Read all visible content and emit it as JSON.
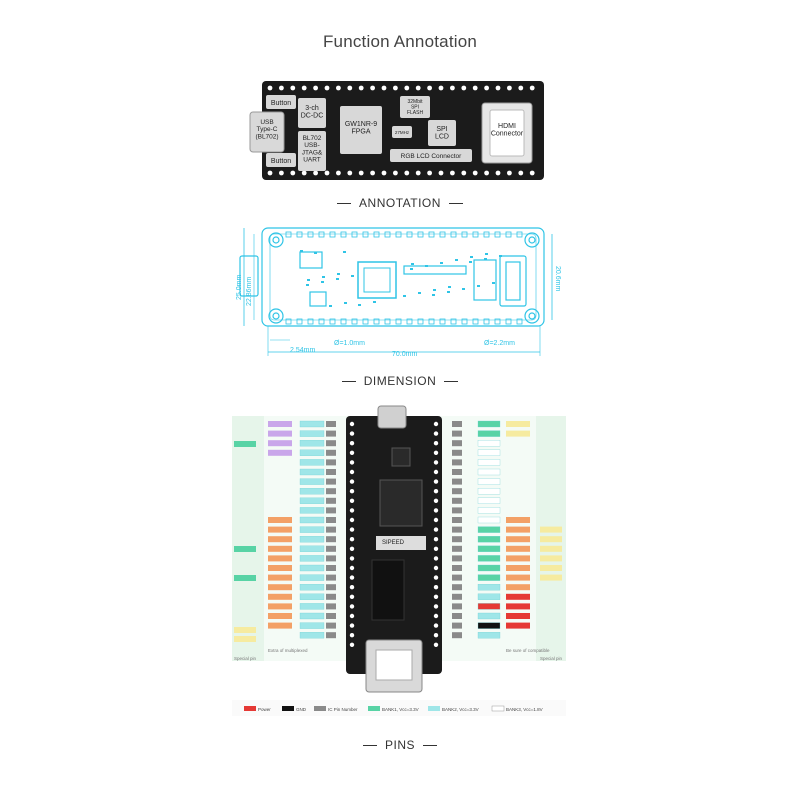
{
  "title": "Function Annotation",
  "sections": {
    "annotation": "ANNOTATION",
    "dimension": "DIMENSION",
    "pins": "PINS"
  },
  "board_labels": {
    "button_top": "Button",
    "button_bottom": "Button",
    "usb": "USB\nType-C\n(BL702)",
    "dcdc": "3-ch\nDC-DC",
    "bl702": "BL702\nUSB-\nJTAG&\nUART",
    "fpga": "GW1NR-9\nFPGA",
    "flash": "32Mbit\nSPI\nFLASH",
    "xtal": "27MHz",
    "spi_lcd": "SPI\nLCD",
    "rgb_lcd": "RGB LCD Connector",
    "hdmi": "HDMI\nConnector"
  },
  "dimensions": {
    "height_outer": "25.0mm",
    "height_inner": "22.86mm",
    "width_total": "70.0mm",
    "pitch": "2.54mm",
    "hole_small": "Ø=1.0mm",
    "hole_large": "Ø=2.2mm",
    "height_right": "20.6mm"
  },
  "pins_legend": {
    "power": "Power",
    "gnd": "GND",
    "ic_pin": "IC Pin Number",
    "bank1": "BANK1, Vcc=3.3V",
    "bank2": "BANK2, Vcc=3.3V",
    "bank3": "BANK3, Vcc=1.8V"
  },
  "pins_notes": {
    "left_bottom": "Special pin",
    "left_mid": "Extra of multiplexed",
    "right_mid": "Be sure of compatible",
    "right_bottom": "Special pin"
  },
  "board_silk": "SIPEED",
  "colors": {
    "board": "#1b1b1b",
    "chip_label": "#d8d8d8",
    "cyan": "#2fc4e6",
    "power": "#e53935",
    "gnd": "#111111",
    "ic_pin": "#8a8a8a",
    "bank1": "#58d3a5",
    "bank2": "#9fe6e8",
    "bank3": "#ffffff",
    "lcd": "#f3a066",
    "purple": "#c9a6ea",
    "yellow": "#f6eba0"
  }
}
